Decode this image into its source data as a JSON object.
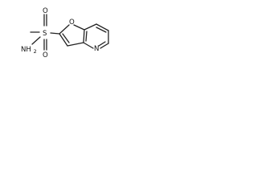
{
  "molecule": {
    "atoms": {
      "oxygen_ring": "O",
      "sulfur": "S",
      "oxygen_top": "O",
      "oxygen_bottom": "O",
      "amine": "NH",
      "amine_subscript": "2",
      "nitrogen_ring": "N"
    },
    "colors": {
      "bond": "#222222",
      "label": "#111111",
      "background": "#ffffff"
    }
  }
}
